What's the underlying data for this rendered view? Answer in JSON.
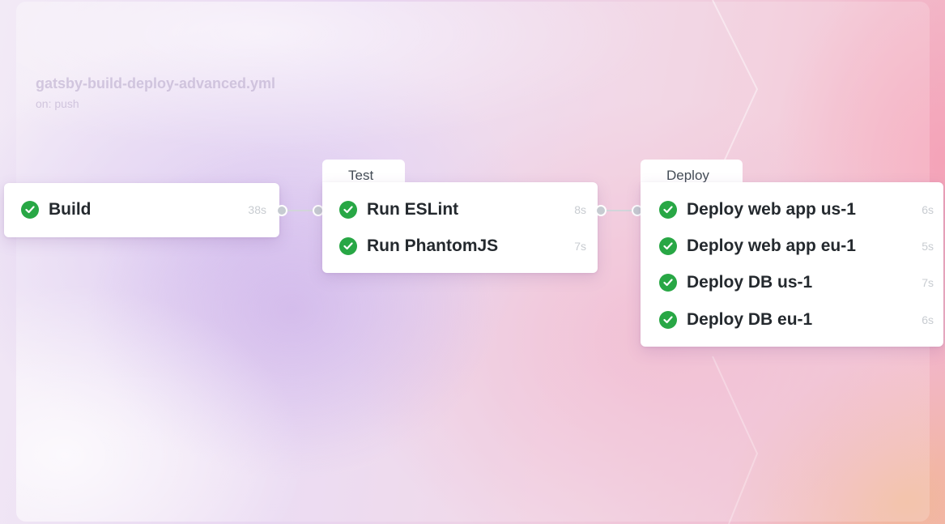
{
  "workflow": {
    "filename": "gatsby-build-deploy-advanced.yml",
    "trigger": "on: push"
  },
  "colors": {
    "success": "#28a745",
    "text": "#24292e",
    "muted": "#c8ccd1"
  },
  "build": {
    "jobs": [
      {
        "name": "Build",
        "duration": "38s",
        "status": "success",
        "icon": "check-circle-icon"
      }
    ]
  },
  "test": {
    "label": "Test",
    "jobs": [
      {
        "name": "Run ESLint",
        "duration": "8s",
        "status": "success",
        "icon": "check-circle-icon"
      },
      {
        "name": "Run PhantomJS",
        "duration": "7s",
        "status": "success",
        "icon": "check-circle-icon"
      }
    ]
  },
  "deploy": {
    "label": "Deploy",
    "jobs": [
      {
        "name": "Deploy web app us-1",
        "duration": "6s",
        "status": "success",
        "icon": "check-circle-icon"
      },
      {
        "name": "Deploy web app eu-1",
        "duration": "5s",
        "status": "success",
        "icon": "check-circle-icon"
      },
      {
        "name": "Deploy DB us-1",
        "duration": "7s",
        "status": "success",
        "icon": "check-circle-icon"
      },
      {
        "name": "Deploy DB eu-1",
        "duration": "6s",
        "status": "success",
        "icon": "check-circle-icon"
      }
    ]
  }
}
